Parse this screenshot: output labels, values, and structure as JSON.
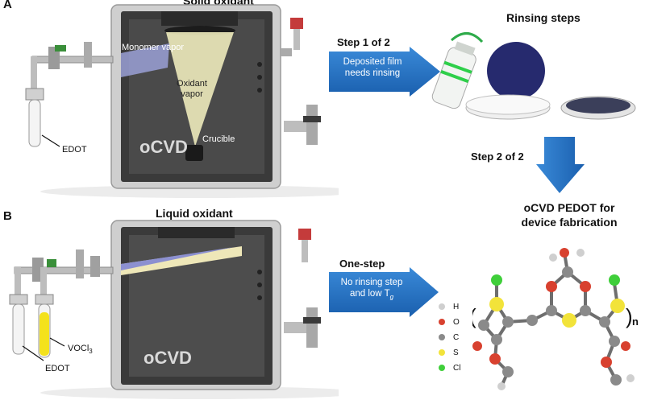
{
  "panel_a": {
    "letter": "A",
    "title": "Solid oxidant",
    "monomer_label": "Monomer vapor",
    "oxidant_label": "Oxidant vapor",
    "crucible_label": "Crucible",
    "chamber_label": "oCVD",
    "edot_label": "EDOT"
  },
  "panel_b": {
    "letter": "B",
    "title": "Liquid oxidant",
    "chamber_label": "oCVD",
    "edot_label": "EDOT",
    "vocl3_label": "VOCl",
    "vocl3_sub": "3"
  },
  "rinsing": {
    "title": "Rinsing steps",
    "step1_label": "Step 1 of 2",
    "step1_text_line1": "Deposited film",
    "step1_text_line2": "needs rinsing",
    "step2_label": "Step 2 of 2"
  },
  "one_step": {
    "label": "One-step",
    "text_line1": "No rinsing step",
    "text_line2": "and low T",
    "text_sub": "g"
  },
  "product": {
    "title_line1": "oCVD PEDOT for",
    "title_line2": "device fabrication"
  },
  "legend": [
    {
      "symbol": "H",
      "color": "#cfcfcf"
    },
    {
      "symbol": "O",
      "color": "#d8412f"
    },
    {
      "symbol": "C",
      "color": "#8a8a8a"
    },
    {
      "symbol": "S",
      "color": "#f2e33a"
    },
    {
      "symbol": "Cl",
      "color": "#3fcf3a"
    }
  ],
  "molecule": {
    "subscript": "n"
  },
  "colors": {
    "arrow_blue": "#1f6fc0",
    "chamber_dark": "#3a3a3a",
    "chamber_frame": "#c9c9c9",
    "oxidant_vapor": "#e9e6b8",
    "film_blue": "#262a6e"
  }
}
